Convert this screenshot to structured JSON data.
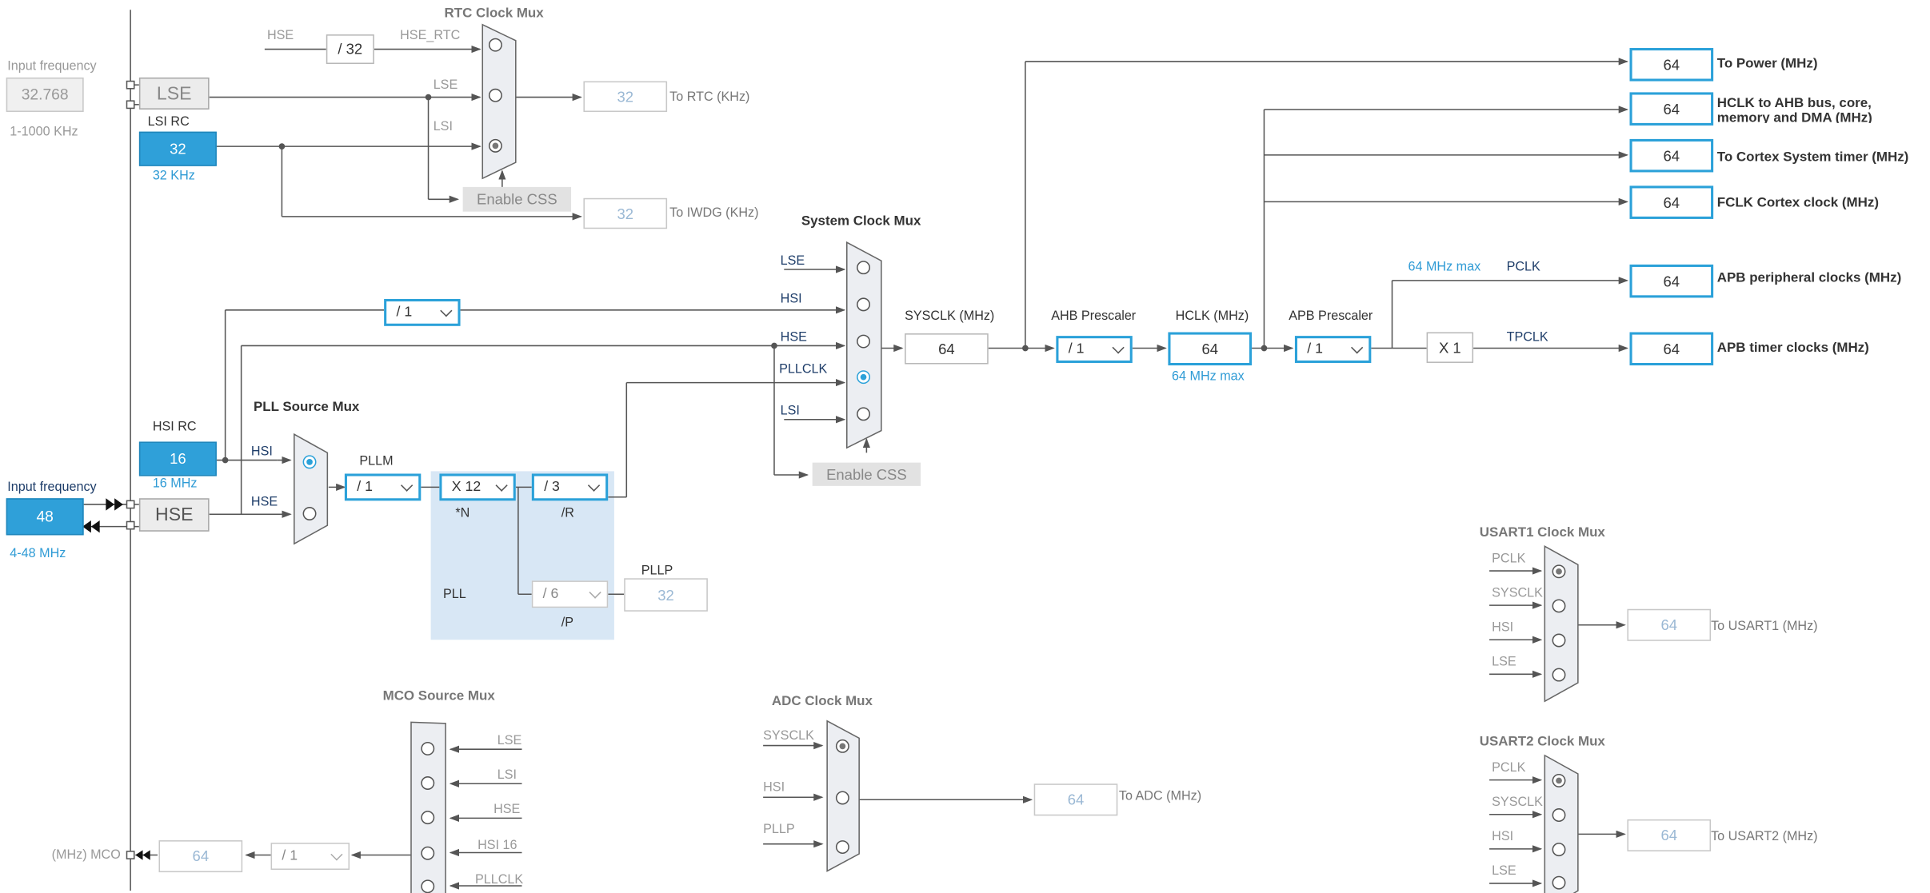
{
  "input_freq_lse": {
    "label": "Input frequency",
    "value": "32.768",
    "range": "1-1000 KHz"
  },
  "input_freq_hse": {
    "label": "Input frequency",
    "value": "48",
    "range": "4-48 MHz"
  },
  "lse_label": "LSE",
  "hse_label": "HSE",
  "lsi_rc": {
    "title": "LSI RC",
    "value": "32",
    "unit": "32 KHz"
  },
  "hsi_rc": {
    "title": "HSI RC",
    "value": "16",
    "unit": "16 MHz"
  },
  "rtc_mux": {
    "title": "RTC Clock Mux",
    "hse_in": "HSE",
    "div": "/ 32",
    "hse_rtc": "HSE_RTC",
    "lse": "LSE",
    "lsi": "LSI"
  },
  "enable_css": "Enable CSS",
  "rtc_out": {
    "value": "32",
    "label": "To RTC (KHz)"
  },
  "iwdg_out": {
    "value": "32",
    "label": "To IWDG (KHz)"
  },
  "sys_mux": {
    "title": "System Clock Mux",
    "inputs": [
      "LSE",
      "HSI",
      "HSE",
      "PLLCLK",
      "LSI"
    ]
  },
  "hsi_div": "/ 1",
  "pll_src_mux": {
    "title": "PLL Source Mux",
    "hsi": "HSI",
    "hse": "HSE"
  },
  "pll": {
    "pllm_label": "PLLM",
    "pllm": "/ 1",
    "n": "X 12",
    "n_label": "*N",
    "r": "/ 3",
    "r_label": "/R",
    "p": "/ 6",
    "p_label": "/P",
    "pll_label": "PLL",
    "pllp_label": "PLLP",
    "pllp_value": "32"
  },
  "sysclk": {
    "label": "SYSCLK (MHz)",
    "value": "64"
  },
  "ahb": {
    "label": "AHB Prescaler",
    "value": "/ 1"
  },
  "hclk": {
    "label": "HCLK (MHz)",
    "value": "64",
    "max": "64 MHz max"
  },
  "apb": {
    "label": "APB Prescaler",
    "value": "/ 1",
    "max": "64 MHz max",
    "pclk": "PCLK",
    "tpclk": "TPCLK",
    "x1": "X 1"
  },
  "outputs": [
    {
      "value": "64",
      "label": "To Power (MHz)"
    },
    {
      "value": "64",
      "label": "HCLK to AHB bus, core, memory and DMA (MHz)"
    },
    {
      "value": "64",
      "label": "To Cortex System timer (MHz)"
    },
    {
      "value": "64",
      "label": "FCLK Cortex clock (MHz)"
    },
    {
      "value": "64",
      "label": "APB peripheral clocks (MHz)"
    },
    {
      "value": "64",
      "label": "APB timer clocks (MHz)"
    }
  ],
  "usart1": {
    "title": "USART1 Clock Mux",
    "inputs": [
      "PCLK",
      "SYSCLK",
      "HSI",
      "LSE"
    ],
    "value": "64",
    "label": "To USART1 (MHz)"
  },
  "usart2": {
    "title": "USART2 Clock Mux",
    "inputs": [
      "PCLK",
      "SYSCLK",
      "HSI",
      "LSE"
    ],
    "value": "64",
    "label": "To USART2 (MHz)"
  },
  "adc": {
    "title": "ADC Clock Mux",
    "inputs": [
      "SYSCLK",
      "HSI",
      "PLLP"
    ],
    "value": "64",
    "label": "To ADC (MHz)"
  },
  "mco": {
    "title": "MCO Source Mux",
    "inputs": [
      "LSE",
      "LSI",
      "HSE",
      "HSI 16",
      "PLLCLK"
    ],
    "value": "64",
    "div": "/ 1",
    "label": "(MHz) MCO"
  },
  "colors": {
    "accent": "#2ba1d9",
    "source_fill": "#2fa0d9",
    "pll_region": "#d8e7f5",
    "disabled_text": "#9ab8d4"
  }
}
